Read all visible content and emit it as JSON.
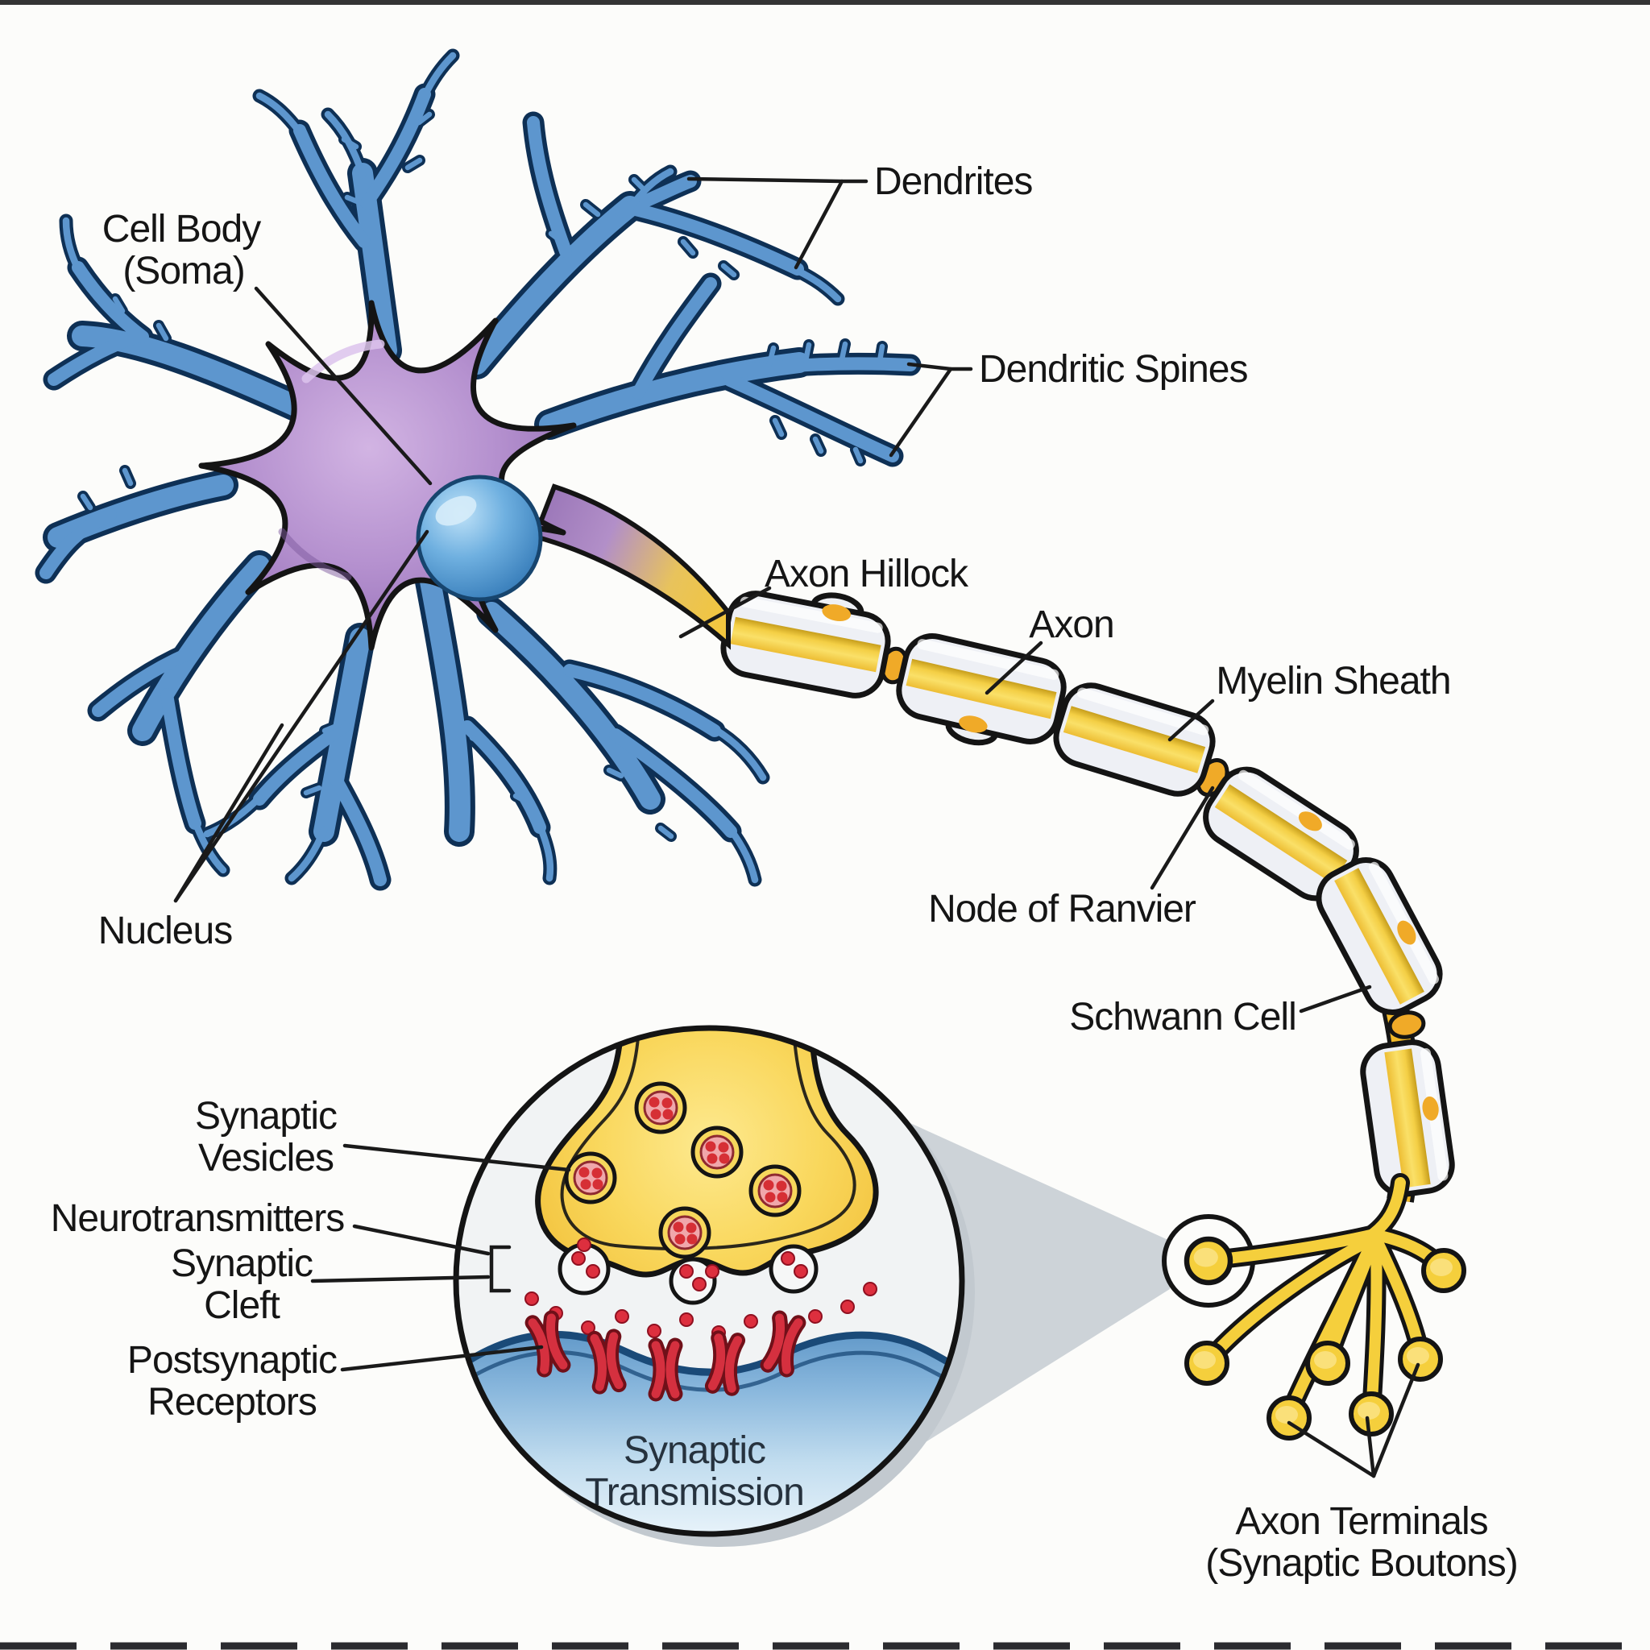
{
  "figure": {
    "type": "anatomical-diagram",
    "subject": "Neuron structure with myelinated axon and synaptic transmission inset"
  },
  "labels": {
    "cell_body_line1": "Cell Body",
    "cell_body_line2": "(Soma)",
    "dendrites": "Dendrites",
    "dendritic_spines": "Dendritic Spines",
    "axon_hillock": "Axon Hillock",
    "axon": "Axon",
    "myelin_sheath": "Myelin Sheath",
    "node_of_ranvier": "Node of Ranvier",
    "schwann_cell": "Schwann Cell",
    "nucleus": "Nucleus",
    "synaptic_vesicles_line1": "Synaptic",
    "synaptic_vesicles_line2": "Vesicles",
    "neurotransmitters": "Neurotransmitters",
    "synaptic_cleft_line1": "Synaptic",
    "synaptic_cleft_line2": "Cleft",
    "postsynaptic_receptors_line1": "Postsynaptic",
    "postsynaptic_receptors_line2": "Receptors",
    "synaptic_transmission_line1": "Synaptic",
    "synaptic_transmission_line2": "Transmission",
    "axon_terminals_line1": "Axon Terminals",
    "axon_terminals_line2": "(Synaptic Boutons)"
  },
  "colors": {
    "background": "#fcfcfa",
    "text_color": "#151515",
    "outline_black": "#141414",
    "soma_purple": "#a981c6",
    "soma_light": "#cbaade",
    "nucleus_blue": "#4a8ec8",
    "dendrite_blue": "#5d96ce",
    "dendrite_outline": "#0e3055",
    "axon_yellow": "#f2c63e",
    "axon_band": "#f6d44a",
    "myelin_white": "#eef0f5",
    "node_orange": "#f0aa28",
    "terminal_gold": "#f9d75c",
    "vesicle_pink": "#f0a7ab",
    "dot_red": "#dd2f3e",
    "receptor_red": "#d5303f",
    "postsynaptic_blue": "#74a8d4",
    "inset_gray": "#f1f3f4",
    "cone_gray": "#cdd3d8"
  }
}
